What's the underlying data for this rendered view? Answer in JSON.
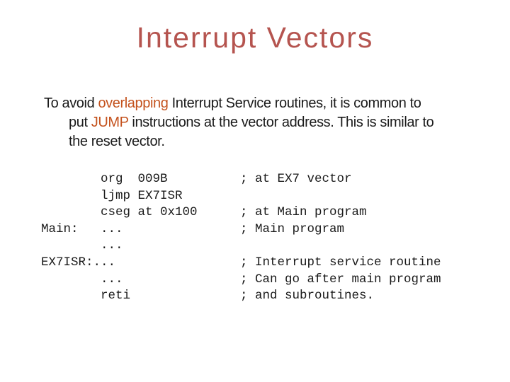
{
  "colors": {
    "background": "#ffffff",
    "title": "#b5544f",
    "accent": "#c4521d",
    "body": "#1b1b1b",
    "code": "#1a1a1a"
  },
  "title": "Interrupt Vectors",
  "paragraph": {
    "lines": [
      {
        "indent": false,
        "segments": [
          {
            "text": "To avoid ",
            "accent": false
          },
          {
            "text": "overlapping",
            "accent": true
          },
          {
            "text": " Interrupt Service routines, it is common to",
            "accent": false
          }
        ]
      },
      {
        "indent": true,
        "segments": [
          {
            "text": "put ",
            "accent": false
          },
          {
            "text": "JUMP",
            "accent": true
          },
          {
            "text": " instructions at the vector address. This is similar to",
            "accent": false
          }
        ]
      },
      {
        "indent": true,
        "segments": [
          {
            "text": "the reset vector.",
            "accent": false
          }
        ]
      }
    ]
  },
  "code": {
    "lines": [
      {
        "source": "        org  009B",
        "comment": "; at EX7 vector"
      },
      {
        "source": "        ljmp EX7ISR",
        "comment": ""
      },
      {
        "source": "        cseg at 0x100",
        "comment": "; at Main program"
      },
      {
        "source": "Main:   ...",
        "comment": "; Main program"
      },
      {
        "source": "        ...",
        "comment": ""
      },
      {
        "source": "EX7ISR:...",
        "comment": "; Interrupt service routine"
      },
      {
        "source": "        ...",
        "comment": "; Can go after main program"
      },
      {
        "source": "        reti",
        "comment": "; and subroutines."
      }
    ]
  }
}
